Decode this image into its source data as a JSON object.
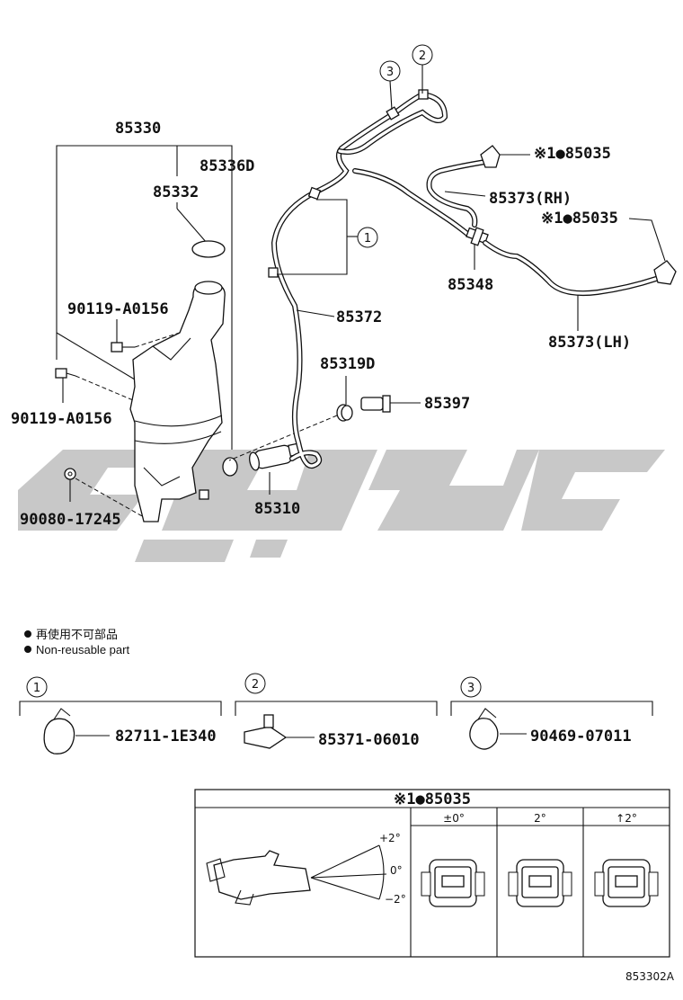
{
  "parts": {
    "p85330": "85330",
    "p85336d": "85336D",
    "p85332": "85332",
    "p90119_upper": "90119-A0156",
    "p90119_lower": "90119-A0156",
    "p90080": "90080-17245",
    "p85310": "85310",
    "p85372": "85372",
    "p85319d": "85319D",
    "p85397": "85397",
    "p85348": "85348",
    "p85373rh": "85373(RH)",
    "p85373lh": "85373(LH)",
    "p85035_top": "※1●85035",
    "p85035_mid": "※1●85035"
  },
  "callouts": {
    "c1": "1",
    "c2": "2",
    "c3": "3"
  },
  "legend": {
    "jp": "再使用不可部品",
    "en": "Non-reusable part"
  },
  "detail_parts": {
    "d1_num": "1",
    "d1_part": "82711-1E340",
    "d2_num": "2",
    "d2_part": "85371-06010",
    "d3_num": "3",
    "d3_part": "90469-07011"
  },
  "nozzle_table": {
    "title": "※1●85035",
    "col1": "±0°",
    "col2": "2°",
    "col3": "↑2°",
    "angle_plus": "+2°",
    "angle_zero": "0°",
    "angle_minus": "−2°"
  },
  "figure_id": "853302A"
}
